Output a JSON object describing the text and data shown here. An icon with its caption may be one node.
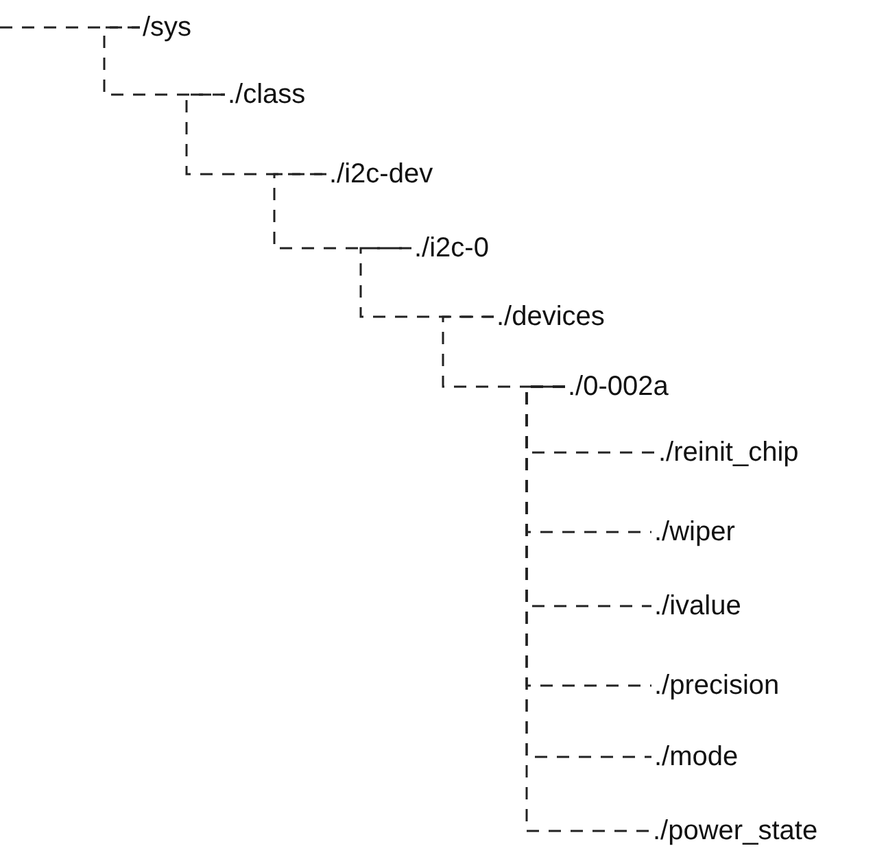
{
  "diagram": {
    "nodes": [
      {
        "text": [
          "/sys"
        ]
      },
      {
        "text": [
          "./class"
        ]
      },
      {
        "text": [
          "./i2c-dev"
        ]
      },
      {
        "text": [
          "./i2c-0"
        ]
      },
      {
        "text": [
          "./devices"
        ]
      },
      {
        "text": [
          "./0-002a"
        ]
      },
      {
        "text": [
          "./reinit_chip"
        ]
      },
      {
        "text": [
          "./wiper"
        ]
      },
      {
        "text": [
          "./ivalue"
        ]
      },
      {
        "text": [
          "./precision"
        ]
      },
      {
        "text": [
          "./mode"
        ]
      },
      {
        "text": [
          "./power_state"
        ]
      }
    ],
    "edges": [
      {
        "from": null,
        "to": 0,
        "arrow": "none",
        "style": "dashed"
      },
      {
        "from": 0,
        "to": 1,
        "arrow": "none",
        "style": "dashed"
      },
      {
        "from": 1,
        "to": 2,
        "arrow": "none",
        "style": "dashed"
      },
      {
        "from": 2,
        "to": 3,
        "arrow": "none",
        "style": "dashed"
      },
      {
        "from": 3,
        "to": 4,
        "arrow": "none",
        "style": "dashed"
      },
      {
        "from": 4,
        "to": 5,
        "arrow": "none",
        "style": "dashed"
      },
      {
        "from": 5,
        "to": 6,
        "arrow": "none",
        "style": "dashed"
      },
      {
        "from": 5,
        "to": 7,
        "arrow": "none",
        "style": "dashed"
      },
      {
        "from": 5,
        "to": 8,
        "arrow": "none",
        "style": "dashed"
      },
      {
        "from": 5,
        "to": 9,
        "arrow": "none",
        "style": "dashed"
      },
      {
        "from": 5,
        "to": 10,
        "arrow": "none",
        "style": "dashed"
      },
      {
        "from": 5,
        "to": 11,
        "arrow": "none",
        "style": "dashed"
      }
    ]
  }
}
